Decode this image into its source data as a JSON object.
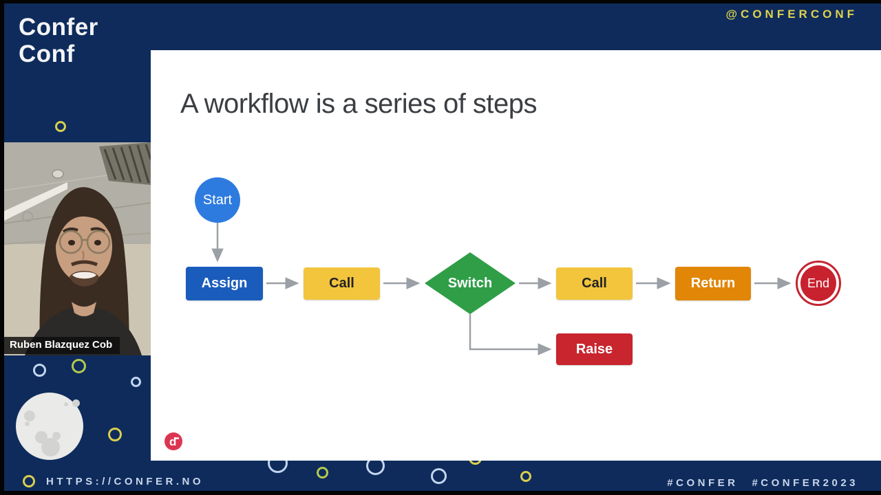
{
  "colors": {
    "background_navy": "#0E2B5C",
    "accent_yellow": "#DDD24E",
    "footer_text_blue": "#C9D6EA",
    "arrow_gray": "#9AA0A6",
    "slide_background": "#FFFFFF",
    "name_bar_background": "#141414"
  },
  "header": {
    "logo_line1": "Confer",
    "logo_line2": "Conf",
    "social_handle": "@CONFERCONF"
  },
  "slide": {
    "title": "A workflow is a series of steps"
  },
  "workflow": {
    "nodes": [
      {
        "label": "Start",
        "shape": "circle",
        "color": "#2E7BE0",
        "text_color": "#FFFFFF"
      },
      {
        "label": "Assign",
        "shape": "rect",
        "color": "#1A5CBC",
        "text_color": "#FFFFFF"
      },
      {
        "label": "Call",
        "shape": "rect",
        "color": "#F2C53D",
        "text_color": "#202124"
      },
      {
        "label": "Switch",
        "shape": "diamond",
        "color": "#2F9E47",
        "text_color": "#FFFFFF"
      },
      {
        "label": "Call",
        "shape": "rect",
        "color": "#F2C53D",
        "text_color": "#202124"
      },
      {
        "label": "Return",
        "shape": "rect",
        "color": "#E18607",
        "text_color": "#FFFFFF"
      },
      {
        "label": "End",
        "shape": "double-circle",
        "color": "#C8222F",
        "text_color": "#FFFFFF"
      },
      {
        "label": "Raise",
        "shape": "rect",
        "color": "#C8252E",
        "text_color": "#FFFFFF"
      }
    ],
    "edges": [
      "Start → Assign",
      "Assign → Call",
      "Call → Switch",
      "Switch → Call",
      "Call → Return",
      "Return → End",
      "Switch → Raise"
    ]
  },
  "webcam": {
    "speaker_name": "Ruben Blazquez Cob"
  },
  "footer": {
    "url": "HTTPS://CONFER.NO",
    "hashtag_1": "#CONFER",
    "hashtag_2": "#CONFER2023"
  },
  "icons": {
    "slide_logo": "diagrid-logo",
    "slide_logo_glyph": "d"
  }
}
